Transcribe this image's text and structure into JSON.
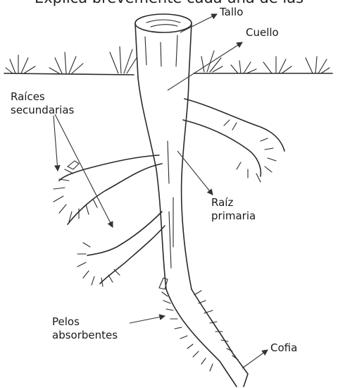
{
  "heading": "Explica brevemente cada una de las",
  "labels": {
    "tallo": "Tallo",
    "cuello": "Cuello",
    "raices_line1": "Raíces",
    "raices_line2": "secundarias",
    "raiz_line1": "Raíz",
    "raiz_line2": "primaria",
    "pelos_line1": "Pelos",
    "pelos_line2": "absorbentes",
    "cofia": "Cofia"
  }
}
